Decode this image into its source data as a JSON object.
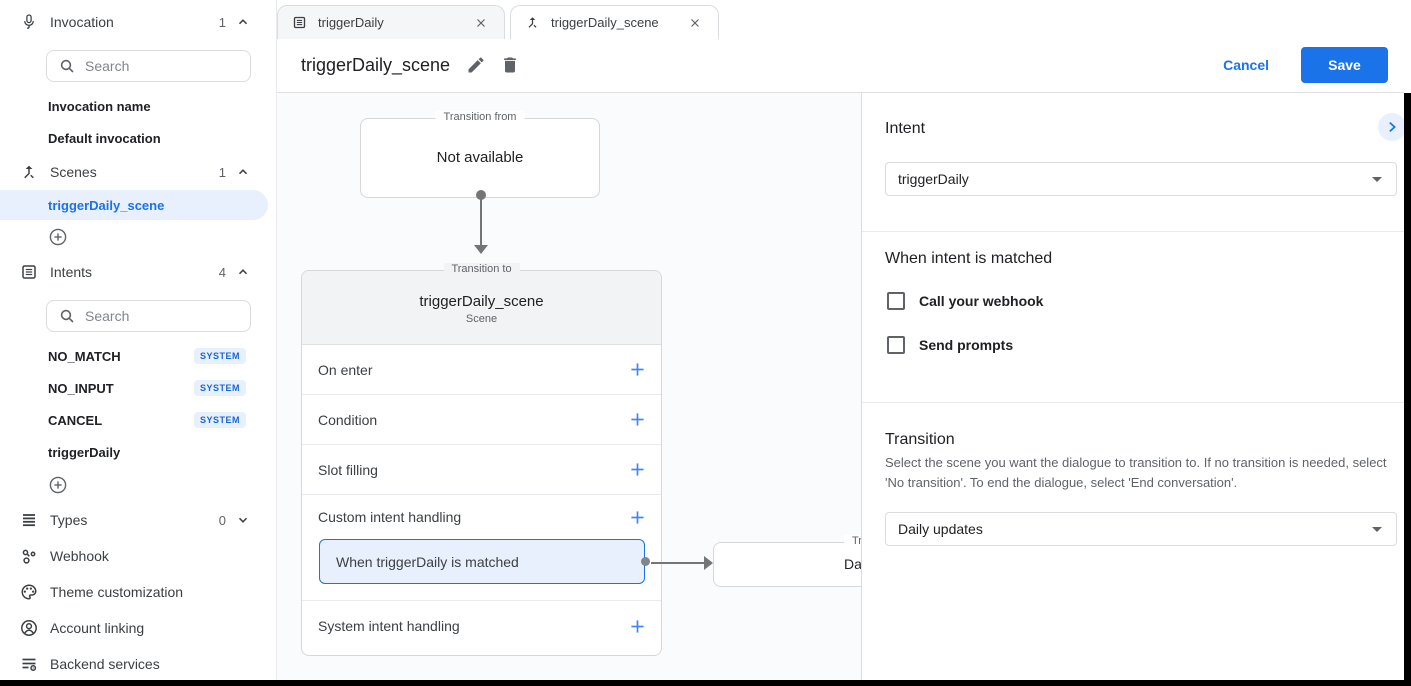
{
  "sidebar": {
    "invocation": {
      "label": "Invocation",
      "count": "1",
      "search_placeholder": "Search",
      "items": [
        "Invocation name",
        "Default invocation"
      ]
    },
    "scenes": {
      "label": "Scenes",
      "count": "1",
      "selected_item": "triggerDaily_scene"
    },
    "intents": {
      "label": "Intents",
      "count": "4",
      "search_placeholder": "Search",
      "items": [
        {
          "name": "NO_MATCH",
          "badge": "SYSTEM"
        },
        {
          "name": "NO_INPUT",
          "badge": "SYSTEM"
        },
        {
          "name": "CANCEL",
          "badge": "SYSTEM"
        },
        {
          "name": "triggerDaily"
        }
      ]
    },
    "types": {
      "label": "Types",
      "count": "0"
    },
    "nav": [
      "Webhook",
      "Theme customization",
      "Account linking",
      "Backend services"
    ]
  },
  "tabs": [
    {
      "label": "triggerDaily"
    },
    {
      "label": "triggerDaily_scene"
    }
  ],
  "header": {
    "title": "triggerDaily_scene",
    "cancel": "Cancel",
    "save": "Save"
  },
  "canvas": {
    "from_node": {
      "legend": "Transition from",
      "text": "Not available"
    },
    "scene_node": {
      "legend": "Transition to",
      "title": "triggerDaily_scene",
      "type_label": "Scene",
      "sections": [
        "On enter",
        "Condition",
        "Slot filling",
        "Custom intent handling",
        "System intent handling"
      ],
      "intent_handler": "When triggerDaily is matched"
    },
    "target_node": {
      "legend": "Transition to",
      "text": "Daily updates"
    }
  },
  "panel": {
    "intent_heading": "Intent",
    "intent_value": "triggerDaily",
    "matched_heading": "When intent is matched",
    "webhook_checkbox": "Call your webhook",
    "prompts_checkbox": "Send prompts",
    "transition_heading": "Transition",
    "transition_description": "Select the scene you want the dialogue to transition to. If no transition is needed, select 'No transition'. To end the dialogue, select 'End conversation'.",
    "transition_value": "Daily updates"
  },
  "colors": {
    "accent": "#1a73e8",
    "accent_light": "#e8f0fe",
    "badge_text": "#1967d2",
    "canvas_bg": "#fafbfd",
    "node_header_bg": "#f1f3f4",
    "connector": "#757575"
  },
  "icons": {
    "microphone": "mic-outline",
    "scenes": "merge-arrows",
    "intents": "article-lines",
    "types": "reorder-lines",
    "webhook": "linked-nodes",
    "theme": "palette",
    "account": "person-circle",
    "backend": "list-with-gear",
    "search": "magnifier",
    "edit": "pencil",
    "delete": "trash",
    "close": "x",
    "add": "plus-circle",
    "row_add": "plus",
    "chevron_up": "^",
    "chevron_down": "v",
    "chevron_right": ">",
    "dropdown_caret": "▾"
  }
}
